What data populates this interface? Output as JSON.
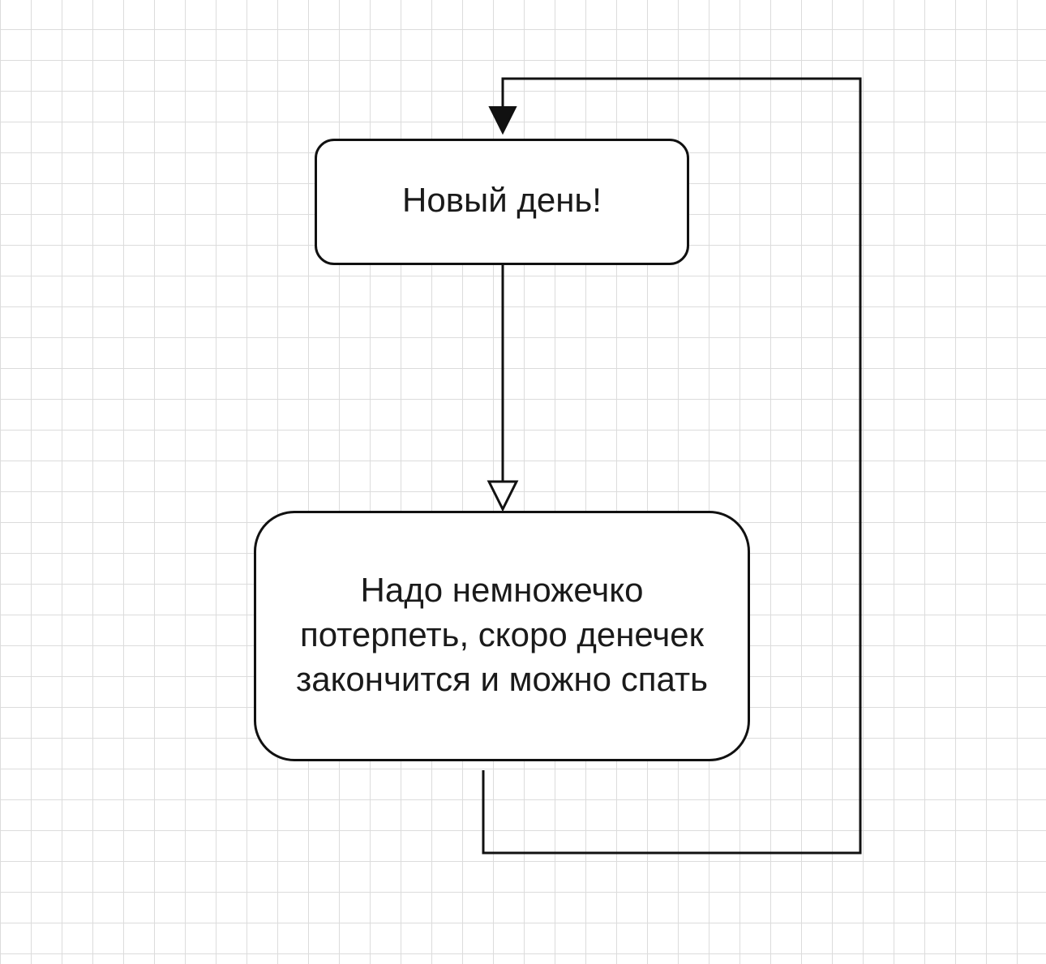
{
  "diagram": {
    "nodes": [
      {
        "id": "start",
        "label": "Новый день!"
      },
      {
        "id": "wait",
        "label": "Надо немножечко\nпотерпеть, скоро денечек\nзакончится и можно спать"
      }
    ],
    "edges": [
      {
        "from": "start",
        "to": "wait",
        "arrow": "hollow-triangle"
      },
      {
        "from": "wait",
        "to": "start",
        "arrow": "filled-triangle"
      }
    ]
  }
}
